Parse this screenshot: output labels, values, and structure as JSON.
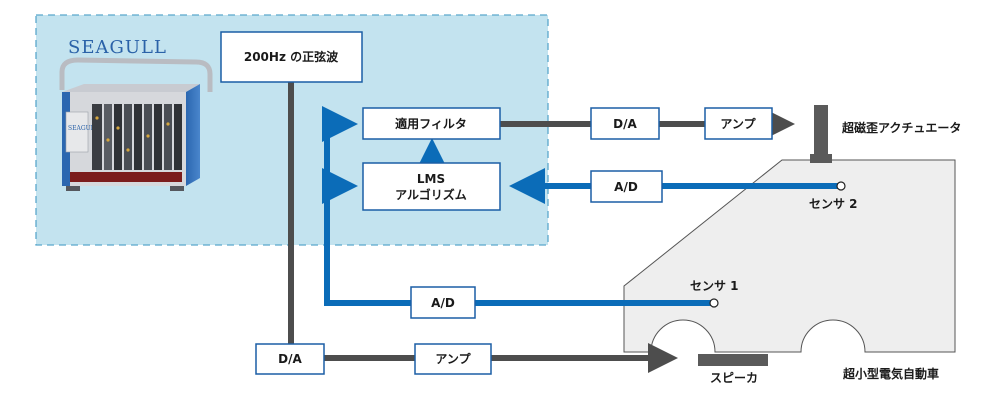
{
  "brand_label": "SEAGULL",
  "blocks": {
    "sine_source": "200Hz の正弦波",
    "adaptive_filter": "適用フィルタ",
    "lms_line1": "LMS",
    "lms_line2": "アルゴリズム",
    "da_top": "D/A",
    "amp_top": "アンプ",
    "ad_upper": "A/D",
    "ad_lower": "A/D",
    "da_bottom": "D/A",
    "amp_bottom": "アンプ"
  },
  "labels": {
    "actuator": "超磁歪アクチュエータ",
    "sensor2": "センサ 2",
    "sensor1": "センサ 1",
    "speaker": "スピーカ",
    "vehicle": "超小型電気自動車"
  },
  "colors": {
    "region_fill": "#c3e3ef",
    "region_border": "#5aa8cc",
    "blue_line": "#0b6cb8",
    "gray_line": "#4d4d4d",
    "box_border": "#1b5ea5",
    "car_fill": "#eeeeee",
    "car_stroke": "#555555"
  }
}
